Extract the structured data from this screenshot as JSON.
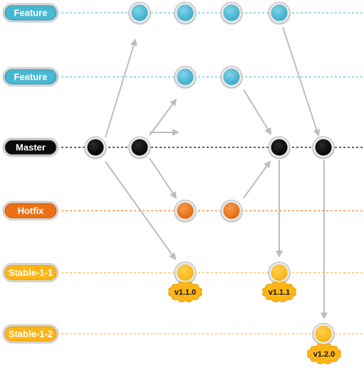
{
  "branches": [
    {
      "id": "feature-a",
      "label": "Feature",
      "color": "#4ab7d2",
      "border": "#2f8fac",
      "text_color": "#ffffff"
    },
    {
      "id": "feature-b",
      "label": "Feature",
      "color": "#4ab7d2",
      "border": "#2f8fac",
      "text_color": "#ffffff"
    },
    {
      "id": "master",
      "label": "Master",
      "color": "#0a0a0a",
      "border": "#6a6a6a",
      "text_color": "#ffffff"
    },
    {
      "id": "hotfix",
      "label": "Hotfix",
      "color": "#ee7016",
      "border": "#c45708",
      "text_color": "#ffffff"
    },
    {
      "id": "stable-1-1",
      "label": "Stable-1-1",
      "color": "#fdb515",
      "border": "#e09a06",
      "text_color": "#ffffff"
    },
    {
      "id": "stable-1-2",
      "label": "Stable-1-2",
      "color": "#fdb515",
      "border": "#e09a06",
      "text_color": "#ffffff"
    }
  ],
  "release_tags": [
    "v1.1.0",
    "v1.1.1",
    "v1.2.0"
  ],
  "colors": {
    "arrow": "#bdbdbd",
    "tag_fill": "#fdb515",
    "tag_border": "#e8a10c"
  }
}
